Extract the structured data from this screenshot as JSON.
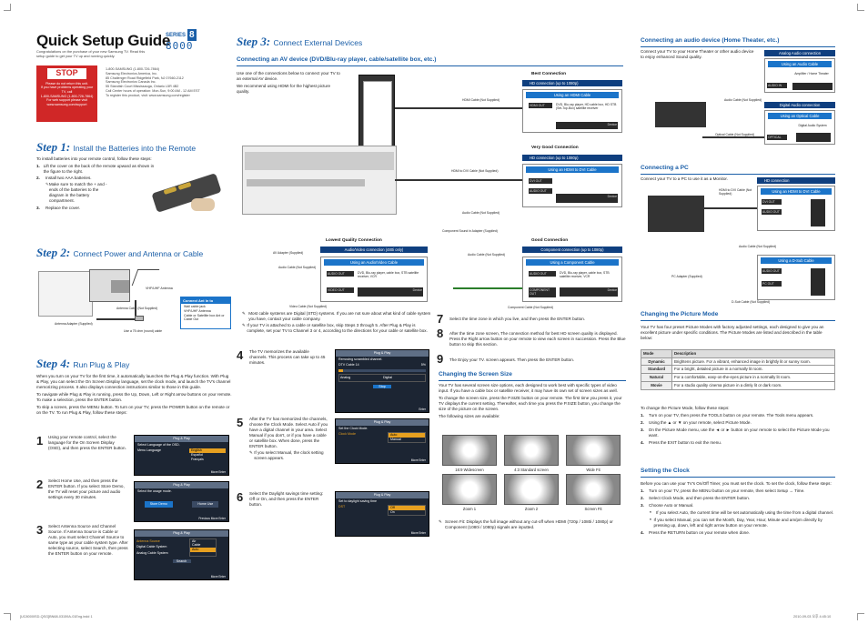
{
  "title": {
    "main": "Quick Setup Guide",
    "series_word": "SERIES",
    "series_digit": "8",
    "model": "8000"
  },
  "intro": "Congratulations on the purchase of your new Samsung TV. Read this setup guide to get your TV up and running quickly.",
  "stop": {
    "title": "STOP",
    "lines": [
      "Please do not return this unit.",
      "If you have problems operating your TV, call",
      "1-800-SAMSUNG (1-800-726-7864)",
      "For web support please visit",
      "www.samsung.com/support"
    ]
  },
  "contact": [
    "1-800-SAMSUNG (1-800-726-7864)",
    "Samsung Electronics America, Inc.",
    "85 Challenger Road Ridgefield Park, NJ 07660-2112",
    "Samsung Electronics Canada Inc.",
    "55 Standish Court Mississauga, Ontario L5R 4B2",
    "Call Center hours of operation: Mon-Sun, 9:00 AM - 12 AM EST",
    "To register this product, visit: www.samsung.com/register"
  ],
  "step1": {
    "word": "Step",
    "num": "1",
    "colon": ":",
    "title": "Install the Batteries into the Remote",
    "intro": "To install batteries into your remote control, follow these steps:",
    "items": [
      "Lift the cover on the back of the remote upward as shown in the figure to the right.",
      "Install two AAA batteries."
    ],
    "note": "Make sure to match the + and - ends of the batteries to the diagram in the battery compartment.",
    "item3": "Replace the cover."
  },
  "step2": {
    "word": "Step",
    "num": "2",
    "colon": ":",
    "title": "Connect Power and Antenna or Cable",
    "vhf": "VHF/UHF Antenna",
    "ant_in": "Connect Ant In to",
    "ant_list": [
      "Wall cable jack",
      "VHF/UHF Antenna",
      "Cable or Satellite box Ant or Cable Out"
    ],
    "cable_label": "Antenna Cable (Not Supplied)",
    "adapter": "Antenna Adapter (Supplied)",
    "coax": "Use a 75 ohm (round) cable"
  },
  "step4": {
    "word": "Step",
    "num": "4",
    "colon": ":",
    "title": "Run Plug & Play",
    "p1": "When you turn on your TV for the first time, it automatically launches the Plug & Play function. With Plug & Play, you can select the On Screen Display language, set the clock mode, and launch the TV's channel memorizing process. It also displays connection instructions similar to those in this guide.",
    "p2": "To navigate while Plug & Play is running, press the Up, Down, Left or Right arrow buttons on your remote. To make a selection, press the ENTER button.",
    "p3": "To skip a screen, press the MENU button. To turn on your TV, press the POWER button on the remote or on the TV. To run Plug & Play, follow these steps:",
    "s1": "Using your remote control, select the language for the On Screen Display (OSD), and then press the ENTER button.",
    "s2": "Select Home Use, and then press the ENTER button. If you select Store Demo, the TV will reset your picture and audio settings every 30 minutes.",
    "s3": "Select Antenna Source and Channel Source. If Antenna Source is Cable or Auto, you must select Channel Source to same type as your cable system type. After selecting source, select Search, then press the ENTER button on your remote."
  },
  "osd1": {
    "bar": "Plug & Play",
    "label": "Select Language of the OSD.",
    "menu": "Menu Language",
    "opts": [
      "English",
      "Español",
      "Français"
    ],
    "foot": "Move  Enter"
  },
  "osd2": {
    "bar": "Plug & Play",
    "label": "Select the usage mode.",
    "b1": "Store Demo",
    "b2": "Home Use",
    "foot": "Previous  Move  Enter"
  },
  "osd3": {
    "bar": "Plug & Play",
    "r1": "Antenna Source",
    "r2": "Digital Cable System",
    "r3": "Analog Cable System",
    "opts": [
      "Air",
      "Cable",
      "Auto"
    ],
    "search": "Search",
    "foot": "Move  Enter"
  },
  "step3": {
    "word": "Step",
    "num": "3",
    "colon": ":",
    "title": "Connect External Devices",
    "sub": "Connecting an AV device (DVD/Blu-ray player, cable/satellite box, etc.)",
    "p1": "Use one of the connections below to connect your TV to an external AV device.",
    "p2": "We recommend using HDMI for the highest picture quality.",
    "best": "Best Connection",
    "best_hd": "HD connection (up to 1080p)",
    "best_use": "Using an HDMI Cable",
    "hdmi_cable": "HDMI Cable (Not Supplied)",
    "hdmi_out": "HDMI OUT",
    "best_dev": "DVD, Blu-ray player, HD cable box, HD STB (Set-Top-Box) satellite receiver",
    "device": "Device",
    "vgood": "Very Good Connection",
    "vgood_hd": "HD connection (up to 1080p)",
    "vgood_use": "Using an HDMI to DVI Cable",
    "hdmi_dvi": "HDMI to DVI Cable (Not Supplied)",
    "dvi_out": "DVI OUT",
    "audio_out": "AUDIO OUT",
    "audio_cable": "Audio Cable (Not Supplied)",
    "comp_sound": "Component Sound in Adapter (Supplied)",
    "good": "Good Connection",
    "good_hd": "Component connection (up to 1080p)",
    "good_use": "Using a Component Cable",
    "comp_cable": "Component Cable (Not Supplied)",
    "comp_out": "COMPONENT OUT",
    "dev2": "DVD, Blu-ray player, cable box, STB satellite receiver, VCR",
    "low": "Lowest Quality Connection",
    "low_hd": "Audio/Video connection (480i only)",
    "low_use": "Using an Audio/Video Cable",
    "av_adapter": "AV Adapter (Supplied)",
    "video_cable": "Video Cable (Not Supplied)",
    "video_out": "VIDEO OUT",
    "dev3": "DVD, Blu-ray player, cable box, STB satellite receiver, VCR",
    "note1": "Most cable systems are Digital (STD) systems. If you are not sure about what kind of cable system you have, contact your cable company.",
    "note2": "If your TV is attached to a cable or satellite box, skip Steps 3 through 5. After Plug & Play is complete, set your TV to Channel 3 or 4, according to the directions for your cable or satellite box.",
    "n4": "The TV memorizes the available channels. This process can take up to 45 minutes.",
    "n5": "After the TV has memorized the channels, choose the Clock Mode. Select Auto if you have a digital channel in your area. Select Manual if you don't, or if you have a cable or satellite box. When done, press the ENTER button.",
    "n5note": "If you select Manual, the clock setting screen appears.",
    "n6": "Select the Daylight savings time setting: Off or On, and then press the ENTER button.",
    "n7": "Select the time zone in which you live, and then press the ENTER button.",
    "n8": "After the time zone screen, The connection method for best HD screen quality is displayed. Press the Right arrow button on your remote to view each screen in succession. Press the Blue button to skip this section.",
    "n9": "The Enjoy your TV. screen appears. Then press the ENTER button."
  },
  "osd4": {
    "bar": "Plug & Play",
    "line1": "Removing scrambled channel.",
    "line2": "DTV Cable  14",
    "pct": "5%",
    "cols": [
      "Analog",
      "Digital"
    ],
    "stop": "Stop",
    "foot": "Enter"
  },
  "osd5": {
    "bar": "Plug & Play",
    "label": "Set the Clock Mode.",
    "row": "Clock Mode",
    "opts": [
      "Auto",
      "Manual"
    ],
    "foot": "Move  Enter"
  },
  "osd6": {
    "bar": "Plug & Play",
    "label": "Set to daylight saving time",
    "row": "DST",
    "opts": [
      "Off",
      "On"
    ],
    "foot": "Move  Enter"
  },
  "screen": {
    "title": "Changing the Screen Size",
    "p1": "Your TV has several screen size options, each designed to work best with specific types of video input. If you have a cable box or satellite receiver, it may have its own set of screen sizes as well.",
    "p2": "To change the screen size, press the P.SIZE button on your remote. The first time you press it, your TV displays the current setting. Thereafter, each time you press the P.SIZE button, you change the size of the picture on the screen.",
    "p3": "The following sizes are available:",
    "sizes": [
      "16:9 Widescreen",
      "4:3 Standard screen",
      "Wide Fit",
      "Zoom 1",
      "Zoom 2",
      "Screen Fit"
    ],
    "fit": "Screen Fit: Displays the full image without any cut-off when HDMI (720p / 1080i / 1080p) or Component (1080i / 1080p) signals are inputted."
  },
  "audio": {
    "title": "Connecting an audio device (Home Theater, etc.)",
    "p": "Connect your TV to your Home Theater or other audio device to enjoy enhanced Sound quality.",
    "analog": "Analog Audio connection",
    "using_audio": "Using an Audio Cable",
    "amp": "Amplifier / Home Theater",
    "audio_in": "AUDIO IN",
    "audio_cable": "Audio Cable (Not Supplied)",
    "digital": "Digital Audio connection",
    "using_optical": "Using an Optical Cable",
    "digital_sys": "Digital Audio System",
    "optical_in": "OPTICAL",
    "optical_cable": "Optical Cable (Not Supplied)"
  },
  "pc": {
    "title": "Connecting a PC",
    "p": "Connect your TV to a PC to use it as a Monitor.",
    "hd": "HD connection",
    "using_dvi": "Using an HDMI to DVI Cable",
    "hdmi_dvi": "HDMI to DVI Cable (Not Supplied)",
    "dvi_out": "DVI OUT",
    "audio_out": "AUDIO OUT",
    "audio_cable": "Audio Cable (Not Supplied)",
    "pc_adapter": "PC Adapter (Supplied)",
    "using_dsub": "Using a D-Sub Cable",
    "pc_out": "PC OUT",
    "dsub": "D-Sub Cable (Not Supplied)"
  },
  "pmode": {
    "title": "Changing the Picture Mode",
    "p": "Your TV has four preset Picture Modes with factory adjusted settings, each designed to give you an excellent picture under specific conditions. The Picture Modes are listed and described in the table below:",
    "head": [
      "Mode",
      "Description"
    ],
    "rows": [
      [
        "Dynamic",
        "Brightens picture. For a vibrant, enhanced image in brightly lit or sunny room."
      ],
      [
        "Standard",
        "For a bright, detailed picture in a normally lit room."
      ],
      [
        "Natural",
        "For a comfortable, easy-on-the-eyes picture in a normally lit room."
      ],
      [
        "Movie",
        "For a studio quality cinema picture in a dimly lit or dark room."
      ]
    ],
    "intro": "To change the Picture Mode, follow these steps:",
    "s1": "Turn on your TV, then press the TOOLS button on your remote. The Tools menu appears.",
    "s2": "Using the ▲ or ▼ on your remote, select Picture Mode.",
    "s3": "On the Picture Mode menu, use the ◄ or ► button on your remote to select the Picture Mode you want.",
    "s4": "Press the EXIT button to exit the menu."
  },
  "clock": {
    "title": "Setting the Clock",
    "p": "Before you can use your TV's On/Off Timer, you must set the clock. To set the clock, follow these steps:",
    "s1": "Turn on your TV, press the MENU button on your remote, then select Setup → Time.",
    "s2": "Select Clock Mode, and then press the ENTER button.",
    "s3": "Choose Auto or Manual.",
    "b1": "If you select Auto, the current time will be set automatically using the time from a digital channel.",
    "b2": "If you select Manual, you can set the Month, Day, Year, Hour, Minute and am/pm directly by pressing up, down, left and right arrow button on your remote.",
    "s4": "Press the RETURN button on your remote when done."
  },
  "footer": {
    "left": "[UC8000ISD-QSG]BN68-03159A-01Eng.indd   1",
    "right": "2010-09-03   오후 4:45:10"
  },
  "colors": {
    "accent": "#1b5fa8",
    "label_blue": "#1b74c9",
    "stop_red": "#d02727"
  }
}
